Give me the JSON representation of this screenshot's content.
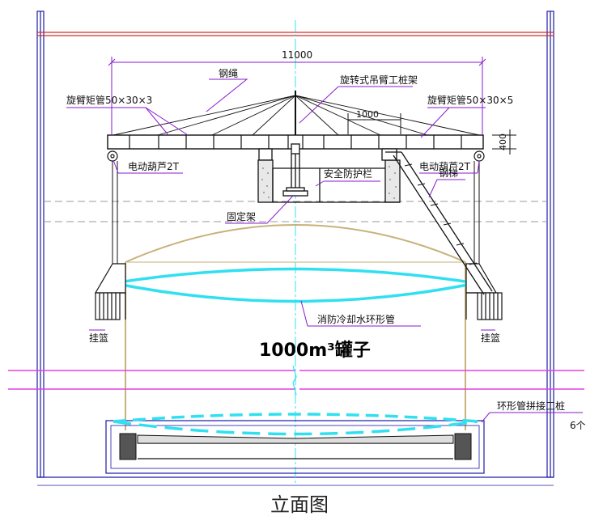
{
  "title": "立面图",
  "colors": {
    "frame": "#1a1aa8",
    "red_beam": "#d42a2a",
    "magenta": "#e040e0",
    "cyan": "#30e0f0",
    "tank": "#c8b27a",
    "leader": "#8a1ad0",
    "line": "#111111",
    "dash": "#999999"
  },
  "labels": {
    "span": "11000",
    "wire_rope": "钢绳",
    "rotating_gantry": "旋转式吊臂工桩架",
    "arm_left": "旋臂矩管50×30×3",
    "arm_right": "旋臂矩管50×30×5",
    "spacing": "1000",
    "height_dim": "400",
    "hoist_left": "电动葫芦2T",
    "hoist_right": "电动葫芦2T",
    "guardrail": "安全防护栏",
    "ladder": "钢梯",
    "fixed_frame": "固定架",
    "basket_left": "挂篮",
    "basket_right": "挂篮",
    "ring_pipe": "消防冷却水环形管",
    "tank_name": "1000m³罐子",
    "ring_splice": "环形管拼接工桩",
    "ring_splice_count": "6个"
  }
}
